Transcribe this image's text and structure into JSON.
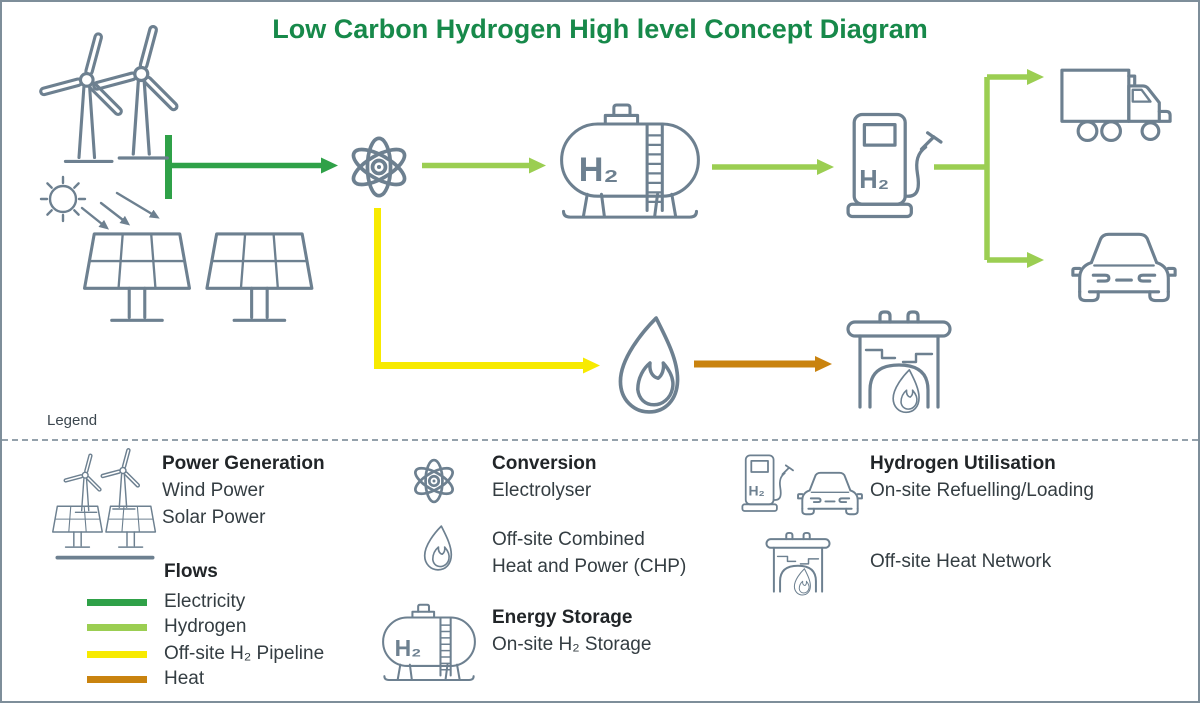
{
  "title": "Low Carbon Hydrogen High level Concept Diagram",
  "labels": {
    "h2": "H₂"
  },
  "colors": {
    "electricity": "#2fa148",
    "hydrogen": "#9bce52",
    "pipeline": "#f7ea00",
    "heat": "#c9830f",
    "icon": "#6d8090",
    "title": "#17894a",
    "text": "#212528",
    "muted": "#3c474f",
    "border": "#7e8e9a",
    "dash": "#94a1ab"
  },
  "legend": {
    "label": "Legend",
    "power_generation": {
      "heading": "Power Generation",
      "item1": "Wind Power",
      "item2": "Solar Power"
    },
    "flows": {
      "heading": "Flows",
      "items": [
        {
          "label": "Electricity"
        },
        {
          "label": "Hydrogen"
        },
        {
          "label": "Off-site H₂ Pipeline"
        },
        {
          "label": "Heat"
        }
      ]
    },
    "conversion": {
      "heading": "Conversion",
      "item": "Electrolyser"
    },
    "chp": {
      "line1": "Off-site Combined",
      "line2": "Heat and Power (CHP)"
    },
    "energy_storage": {
      "heading": "Energy Storage",
      "item": "On-site H₂ Storage"
    },
    "hydrogen_utilisation": {
      "heading": "Hydrogen Utilisation",
      "item": "On-site Refuelling/Loading"
    },
    "heat_network": {
      "item": "Off-site Heat Network"
    }
  }
}
